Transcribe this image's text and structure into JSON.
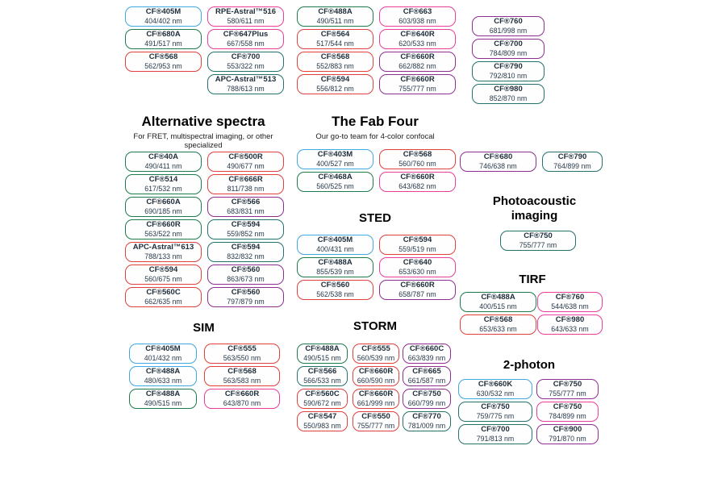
{
  "accent_colors": {
    "blue": "#3FA9E1",
    "green": "#1E7B4E",
    "red": "#E2403C",
    "pink": "#EA3E98",
    "purple": "#8E2F8F",
    "teal": "#25726D"
  },
  "top_grid": {
    "col1": [
      {
        "name": "CF®405M",
        "ex_em": "404/402 nm",
        "color": "blue"
      },
      {
        "name": "CF®680A",
        "ex_em": "491/517 nm",
        "color": "green"
      },
      {
        "name": "CF®568",
        "ex_em": "562/953 nm",
        "color": "red"
      }
    ],
    "col2": [
      {
        "name": "RPE-Astral™516",
        "ex_em": "580/611 nm",
        "color": "pink"
      },
      {
        "name": "CF®647Plus",
        "ex_em": "667/558 nm",
        "color": "pink"
      },
      {
        "name": "CF®700",
        "ex_em": "553/322 nm",
        "color": "teal"
      },
      {
        "name": "APC-Astral™513",
        "ex_em": "788/613 nm",
        "color": "teal"
      }
    ],
    "col3": [
      {
        "name": "CF®488A",
        "ex_em": "490/511 nm",
        "color": "green"
      },
      {
        "name": "CF®564",
        "ex_em": "517/544 nm",
        "color": "red"
      },
      {
        "name": "CF®568",
        "ex_em": "552/883 nm",
        "color": "red"
      },
      {
        "name": "CF®594",
        "ex_em": "556/812 nm",
        "color": "red"
      }
    ],
    "col4": [
      {
        "name": "CF®663",
        "ex_em": "603/938 nm",
        "color": "pink"
      },
      {
        "name": "CF®640R",
        "ex_em": "620/533 nm",
        "color": "pink"
      },
      {
        "name": "CF®660R",
        "ex_em": "662/882 nm",
        "color": "purple"
      },
      {
        "name": "CF®660R",
        "ex_em": "755/777 nm",
        "color": "purple"
      }
    ],
    "col5": [
      {
        "name": "CF®760",
        "ex_em": "681/998 nm",
        "color": "purple"
      },
      {
        "name": "CF®700",
        "ex_em": "784/809 nm",
        "color": "purple"
      },
      {
        "name": "CF®790",
        "ex_em": "792/810 nm",
        "color": "teal"
      },
      {
        "name": "CF®980",
        "ex_em": "852/870 nm",
        "color": "teal"
      }
    ]
  },
  "alternative_spectra": {
    "title": "Alternative spectra",
    "subtitle": "For FRET, multispectral imaging, or other specialized",
    "col1": [
      {
        "name": "CF®40A",
        "ex_em": "490/411 nm",
        "color": "green"
      },
      {
        "name": "CF®514",
        "ex_em": "617/532 nm",
        "color": "green"
      },
      {
        "name": "CF®660A",
        "ex_em": "690/185 nm",
        "color": "green"
      },
      {
        "name": "CF®660R",
        "ex_em": "563/522 nm",
        "color": "green"
      },
      {
        "name": "APC-Astral™613",
        "ex_em": "788/133 nm",
        "color": "red"
      },
      {
        "name": "CF®594",
        "ex_em": "560/675 nm",
        "color": "red"
      },
      {
        "name": "CF®560C",
        "ex_em": "662/635 nm",
        "color": "red"
      }
    ],
    "col2": [
      {
        "name": "CF®500R",
        "ex_em": "490/677 nm",
        "color": "red"
      },
      {
        "name": "CF®666R",
        "ex_em": "811/738 nm",
        "color": "red"
      },
      {
        "name": "CF®566",
        "ex_em": "683/831 nm",
        "color": "purple"
      },
      {
        "name": "CF®594",
        "ex_em": "559/852 nm",
        "color": "teal"
      },
      {
        "name": "CF®594",
        "ex_em": "832/832 nm",
        "color": "teal"
      },
      {
        "name": "CF®560",
        "ex_em": "863/673 nm",
        "color": "purple"
      },
      {
        "name": "CF®560",
        "ex_em": "797/879 nm",
        "color": "purple"
      }
    ]
  },
  "fab_four": {
    "title": "The Fab Four",
    "subtitle": "Our go-to team for 4-color confocal",
    "col1": [
      {
        "name": "CF®403M",
        "ex_em": "400/527 nm",
        "color": "blue"
      },
      {
        "name": "CF®468A",
        "ex_em": "560/525 nm",
        "color": "green"
      }
    ],
    "col2": [
      {
        "name": "CF®568",
        "ex_em": "560/760 nm",
        "color": "red"
      },
      {
        "name": "CF®660R",
        "ex_em": "643/682 nm",
        "color": "pink"
      }
    ]
  },
  "sted": {
    "title": "STED",
    "col1": [
      {
        "name": "CF®405M",
        "ex_em": "400/431 nm",
        "color": "blue"
      },
      {
        "name": "CF®488A",
        "ex_em": "855/539 nm",
        "color": "green"
      },
      {
        "name": "CF®560",
        "ex_em": "562/538 nm",
        "color": "red"
      }
    ],
    "col2": [
      {
        "name": "CF®594",
        "ex_em": "559/519 nm",
        "color": "red"
      },
      {
        "name": "CF®640",
        "ex_em": "653/630 nm",
        "color": "pink"
      },
      {
        "name": "CF®660R",
        "ex_em": "658/787 nm",
        "color": "purple"
      }
    ]
  },
  "near_ir": {
    "left": [
      {
        "name": "CF®680",
        "ex_em": "746/638 nm",
        "color": "purple"
      }
    ],
    "right": [
      {
        "name": "CF®790",
        "ex_em": "764/899 nm",
        "color": "teal"
      }
    ]
  },
  "photoacoustic": {
    "title_line1": "Photoacoustic",
    "title_line2": "imaging",
    "pills": [
      {
        "name": "CF®750",
        "ex_em": "755/777 nm",
        "color": "teal"
      }
    ]
  },
  "tirf": {
    "title": "TIRF",
    "col1": [
      {
        "name": "CF®488A",
        "ex_em": "400/515 nm",
        "color": "green"
      },
      {
        "name": "CF®568",
        "ex_em": "653/633 nm",
        "color": "red"
      }
    ],
    "col2": [
      {
        "name": "CF®760",
        "ex_em": "544/638 nm",
        "color": "pink"
      },
      {
        "name": "CF®980",
        "ex_em": "643/633 nm",
        "color": "pink"
      }
    ]
  },
  "sim": {
    "title": "SIM",
    "col1": [
      {
        "name": "CF®405M",
        "ex_em": "401/432 nm",
        "color": "blue"
      },
      {
        "name": "CF®488A",
        "ex_em": "480/633 nm",
        "color": "blue"
      },
      {
        "name": "CF®488A",
        "ex_em": "490/515 nm",
        "color": "green"
      }
    ],
    "col2": [
      {
        "name": "CF®555",
        "ex_em": "563/550 nm",
        "color": "red"
      },
      {
        "name": "CF®568",
        "ex_em": "563/583 nm",
        "color": "red"
      },
      {
        "name": "CF®660R",
        "ex_em": "643/870 nm",
        "color": "pink"
      }
    ]
  },
  "storm": {
    "title": "STORM",
    "col1": [
      {
        "name": "CF®488A",
        "ex_em": "490/515 nm",
        "color": "green"
      },
      {
        "name": "CF®566",
        "ex_em": "566/533 nm",
        "color": "teal"
      },
      {
        "name": "CF®560C",
        "ex_em": "590/672 nm",
        "color": "red"
      },
      {
        "name": "CF®547",
        "ex_em": "550/983 nm",
        "color": "red"
      }
    ],
    "col2": [
      {
        "name": "CF®555",
        "ex_em": "560/539 nm",
        "color": "red"
      },
      {
        "name": "CF®660R",
        "ex_em": "660/590 nm",
        "color": "red"
      },
      {
        "name": "CF®660R",
        "ex_em": "661/999 nm",
        "color": "red"
      },
      {
        "name": "CF®550",
        "ex_em": "755/777 nm",
        "color": "red"
      }
    ],
    "col3": [
      {
        "name": "CF®660C",
        "ex_em": "663/839 nm",
        "color": "purple"
      },
      {
        "name": "CF®665",
        "ex_em": "661/587 nm",
        "color": "purple"
      },
      {
        "name": "CF®750",
        "ex_em": "660/799 nm",
        "color": "purple"
      },
      {
        "name": "CF®770",
        "ex_em": "781/009 nm",
        "color": "teal"
      }
    ]
  },
  "two_photon": {
    "title": "2-photon",
    "col1": [
      {
        "name": "CF®660K",
        "ex_em": "630/532 nm",
        "color": "blue"
      },
      {
        "name": "CF®750",
        "ex_em": "759/775 nm",
        "color": "teal"
      },
      {
        "name": "CF®700",
        "ex_em": "791/813 nm",
        "color": "teal"
      }
    ],
    "col2": [
      {
        "name": "CF®750",
        "ex_em": "755/777 nm",
        "color": "purple"
      },
      {
        "name": "CF®750",
        "ex_em": "784/899 nm",
        "color": "pink"
      },
      {
        "name": "CF®900",
        "ex_em": "791/870 nm",
        "color": "purple"
      }
    ]
  }
}
